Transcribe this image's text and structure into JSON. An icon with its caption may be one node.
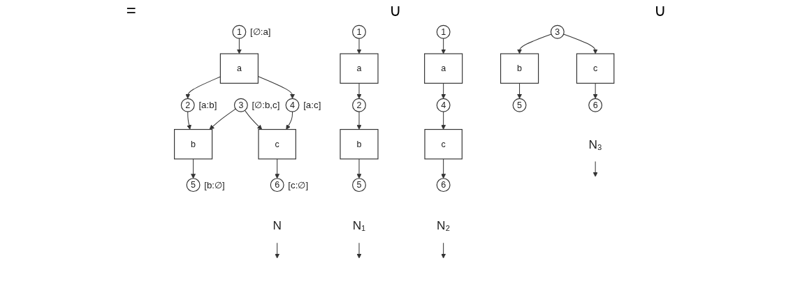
{
  "diagram": {
    "nodes": [
      {
        "text": [
          "1"
        ],
        "beside": [
          "[∅:a]"
        ]
      },
      {
        "text": [
          "a"
        ]
      },
      {
        "text": [
          "2"
        ],
        "beside": [
          "[a:b]"
        ]
      },
      {
        "text": [
          "4"
        ],
        "beside": [
          "[a:c]"
        ]
      },
      {
        "text": [
          "3"
        ],
        "beside": [
          "[∅:b,c]"
        ]
      },
      {
        "text": [
          "b"
        ]
      },
      {
        "text": [
          "c"
        ]
      },
      {
        "text": [
          "5"
        ],
        "beside": [
          "[b:∅]"
        ]
      },
      {
        "text": [
          "6"
        ],
        "beside": [
          "[c:∅]"
        ]
      },
      {
        "text": [
          "N"
        ]
      },
      {
        "text": [
          "1"
        ]
      },
      {
        "text": [
          "a"
        ]
      },
      {
        "text": [
          "2"
        ]
      },
      {
        "text": [
          "b"
        ]
      },
      {
        "text": [
          "5"
        ]
      },
      {
        "text": [
          "N₁"
        ]
      },
      {
        "text": [
          "1"
        ]
      },
      {
        "text": [
          "a"
        ]
      },
      {
        "text": [
          "4"
        ]
      },
      {
        "text": [
          "c"
        ]
      },
      {
        "text": [
          "6"
        ]
      },
      {
        "text": [
          "N₂"
        ]
      },
      {
        "text": [
          "3"
        ]
      },
      {
        "text": [
          "b"
        ]
      },
      {
        "text": [
          "c"
        ]
      },
      {
        "text": [
          "5"
        ]
      },
      {
        "text": [
          "6"
        ]
      },
      {
        "text": [
          "N₃"
        ]
      }
    ],
    "edges": [
      {
        "from": 0,
        "to": 1,
        "arrow": "to"
      },
      {
        "from": 1,
        "to": 2,
        "arrow": "to"
      },
      {
        "from": 1,
        "to": 3,
        "arrow": "to"
      },
      {
        "from": 2,
        "to": 5,
        "arrow": "to"
      },
      {
        "from": 4,
        "to": 5,
        "arrow": "to"
      },
      {
        "from": 4,
        "to": 6,
        "arrow": "to"
      },
      {
        "from": 3,
        "to": 6,
        "arrow": "to"
      },
      {
        "from": 5,
        "to": 7,
        "arrow": "to"
      },
      {
        "from": 6,
        "to": 8,
        "arrow": "to"
      },
      {
        "from": 9,
        "to": null,
        "arrow": "to"
      },
      {
        "from": 10,
        "to": 11,
        "arrow": "to"
      },
      {
        "from": 11,
        "to": 12,
        "arrow": "to"
      },
      {
        "from": 12,
        "to": 13,
        "arrow": "to"
      },
      {
        "from": 13,
        "to": 14,
        "arrow": "to"
      },
      {
        "from": 15,
        "to": null,
        "arrow": "to"
      },
      {
        "from": 16,
        "to": 17,
        "arrow": "to"
      },
      {
        "from": 17,
        "to": 18,
        "arrow": "to"
      },
      {
        "from": 18,
        "to": 19,
        "arrow": "to"
      },
      {
        "from": 19,
        "to": 20,
        "arrow": "to"
      },
      {
        "from": 21,
        "to": null,
        "arrow": "to"
      },
      {
        "from": 22,
        "to": 23,
        "arrow": "to"
      },
      {
        "from": 22,
        "to": 24,
        "arrow": "to"
      },
      {
        "from": 23,
        "to": 25,
        "arrow": "to"
      },
      {
        "from": 24,
        "to": 26,
        "arrow": "to"
      },
      {
        "from": 27,
        "to": null,
        "arrow": "to"
      }
    ],
    "labels": [
      "=",
      "∪",
      "∪"
    ]
  }
}
